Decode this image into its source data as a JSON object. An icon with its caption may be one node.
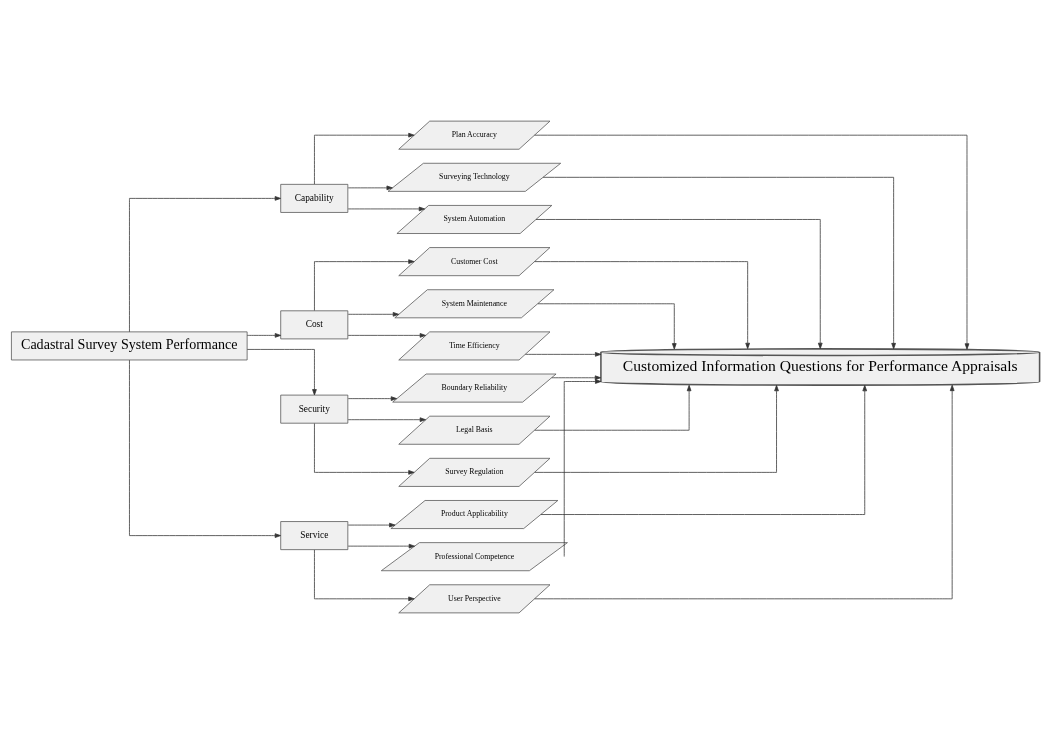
{
  "diagram": {
    "nodes": [
      {
        "text": [
          "Cadastral Survey System Performance"
        ]
      },
      {
        "text": [
          "Capability"
        ]
      },
      {
        "text": [
          "Plan Accuracy"
        ]
      },
      {
        "text": [
          "Surveying Technology"
        ]
      },
      {
        "text": [
          "System Automation"
        ]
      },
      {
        "text": [
          "Cost"
        ]
      },
      {
        "text": [
          "Customer Cost"
        ]
      },
      {
        "text": [
          "System Maintenance"
        ]
      },
      {
        "text": [
          "Time Efficiency"
        ]
      },
      {
        "text": [
          "Security"
        ]
      },
      {
        "text": [
          "Boundary Reliability"
        ]
      },
      {
        "text": [
          "Legal Basis"
        ]
      },
      {
        "text": [
          "Survey Regulation"
        ]
      },
      {
        "text": [
          "Service"
        ]
      },
      {
        "text": [
          "Product Applicability"
        ]
      },
      {
        "text": [
          "Professional Competence"
        ]
      },
      {
        "text": [
          "User Perspective"
        ]
      },
      {
        "text": [
          "Customized Information Questions for Performance Appraisals"
        ]
      }
    ],
    "edges": [
      {
        "from": 0,
        "to": 1,
        "arrow": "to"
      },
      {
        "from": 0,
        "to": 5,
        "arrow": "to"
      },
      {
        "from": 0,
        "to": 9,
        "arrow": "to"
      },
      {
        "from": 0,
        "to": 13,
        "arrow": "to"
      },
      {
        "from": 1,
        "to": 2,
        "arrow": "to"
      },
      {
        "from": 1,
        "to": 3,
        "arrow": "to"
      },
      {
        "from": 1,
        "to": 4,
        "arrow": "to"
      },
      {
        "from": 5,
        "to": 6,
        "arrow": "to"
      },
      {
        "from": 5,
        "to": 7,
        "arrow": "to"
      },
      {
        "from": 5,
        "to": 8,
        "arrow": "to"
      },
      {
        "from": 9,
        "to": 10,
        "arrow": "to"
      },
      {
        "from": 9,
        "to": 11,
        "arrow": "to"
      },
      {
        "from": 9,
        "to": 12,
        "arrow": "to"
      },
      {
        "from": 13,
        "to": 14,
        "arrow": "to"
      },
      {
        "from": 13,
        "to": 15,
        "arrow": "to"
      },
      {
        "from": 13,
        "to": 16,
        "arrow": "to"
      },
      {
        "from": 2,
        "to": 17,
        "arrow": "to"
      },
      {
        "from": 3,
        "to": 17,
        "arrow": "to"
      },
      {
        "from": 4,
        "to": 17,
        "arrow": "to"
      },
      {
        "from": 6,
        "to": 17,
        "arrow": "to"
      },
      {
        "from": 7,
        "to": 17,
        "arrow": "to"
      },
      {
        "from": 8,
        "to": 17,
        "arrow": "to"
      },
      {
        "from": 10,
        "to": 17,
        "arrow": "to"
      },
      {
        "from": 11,
        "to": 17,
        "arrow": "to"
      },
      {
        "from": 12,
        "to": 17,
        "arrow": "to"
      },
      {
        "from": 14,
        "to": 17,
        "arrow": "to"
      },
      {
        "from": 15,
        "to": 17,
        "arrow": "to"
      },
      {
        "from": 16,
        "to": 17,
        "arrow": "to"
      }
    ]
  }
}
